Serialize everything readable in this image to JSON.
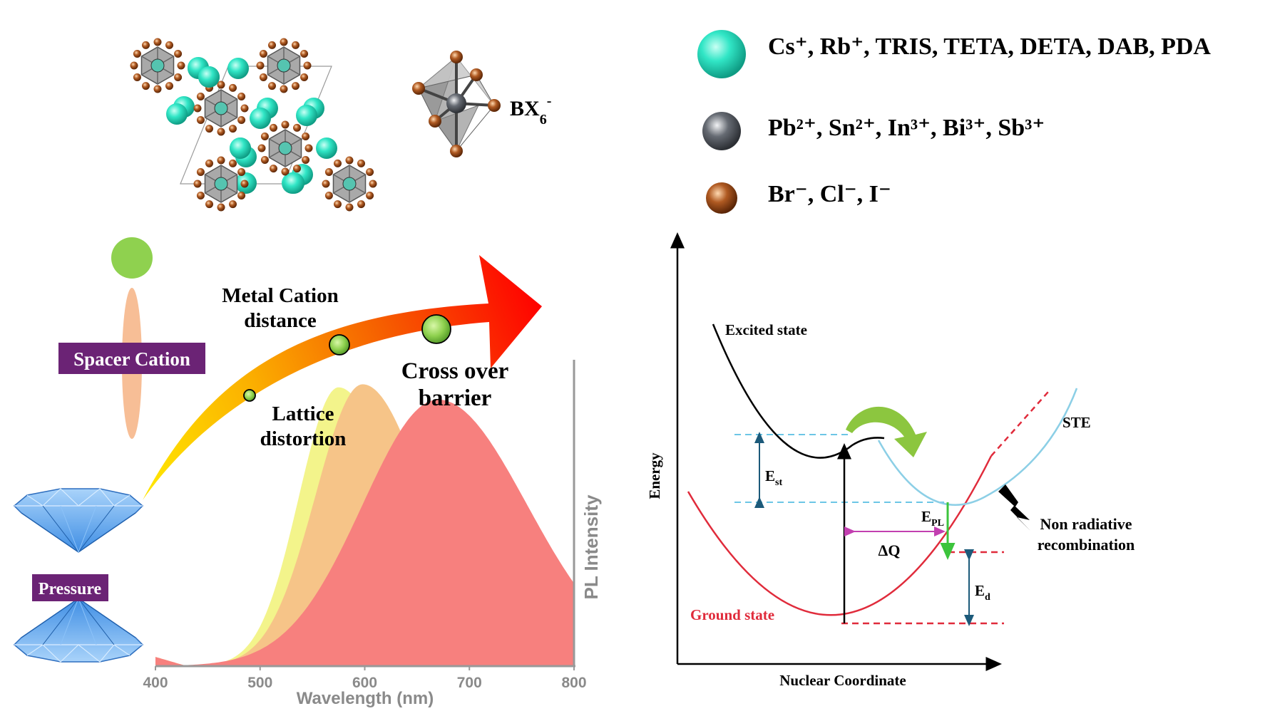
{
  "legend": {
    "cation_a": {
      "color": "#2fe3c4",
      "label": "Cs⁺, Rb⁺, TRIS, TETA, DETA, DAB, PDA"
    },
    "cation_b": {
      "color": "#555a62",
      "label": "Pb²⁺, Sn²⁺, In³⁺, Bi³⁺, Sb³⁺"
    },
    "anion_x": {
      "color": "#8a3d10",
      "label": "Br⁻, Cl⁻, I⁻"
    }
  },
  "structure": {
    "octahedron_label": "BX",
    "octahedron_sub": "6",
    "octahedron_sup": "-"
  },
  "left_panel": {
    "spacer_label": "Spacer Cation",
    "pressure_label": "Pressure",
    "arrow_labels": {
      "metal_line1": "Metal Cation",
      "metal_line2": "distance",
      "lattice_line1": "Lattice",
      "lattice_line2": "distortion",
      "cross_line1": "Cross over",
      "cross_line2": "barrier"
    },
    "colors": {
      "spacer_ball": "#8fd14f",
      "label_bg": "#6b2375",
      "diamond": "#5aa7ee"
    }
  },
  "chart_data": {
    "type": "area",
    "xlabel": "Wavelength (nm)",
    "ylabel": "PL Intensity",
    "xlim": [
      400,
      800
    ],
    "xticks": [
      400,
      500,
      600,
      700,
      800
    ],
    "grid": false,
    "series": [
      {
        "color": "#f3f48b",
        "peak_x": 575,
        "peak_y": 0.91,
        "width_left": 38,
        "width_right": 55
      },
      {
        "color": "#f6c488",
        "peak_x": 598,
        "peak_y": 0.92,
        "width_left": 45,
        "width_right": 60
      },
      {
        "color": "#f7807e",
        "peak_x": 670,
        "peak_y": 0.87,
        "width_left": 72,
        "width_right": 85
      }
    ]
  },
  "energy_diagram": {
    "y_axis": "Energy",
    "x_axis": "Nuclear Coordinate",
    "excited_state": "Excited state",
    "ground_state": "Ground state",
    "ste": "STE",
    "est_main": "E",
    "est_sub": "st",
    "epl_main": "E",
    "epl_sub": "PL",
    "ed_main": "E",
    "ed_sub": "d",
    "delta_q": "ΔQ",
    "nonrad_line1": "Non radiative",
    "nonrad_line2": "recombination",
    "colors": {
      "excited": "#000000",
      "ground": "#e02b3b",
      "ste": "#8ccfe6",
      "dashed_blue": "#6cc6e6",
      "dashed_red": "#e02b3b",
      "epl": "#3cc43c",
      "delta_q": "#c23fb0",
      "arrow_dark": "#1c5a7a",
      "curved_arrow": "#8cc63f"
    }
  }
}
